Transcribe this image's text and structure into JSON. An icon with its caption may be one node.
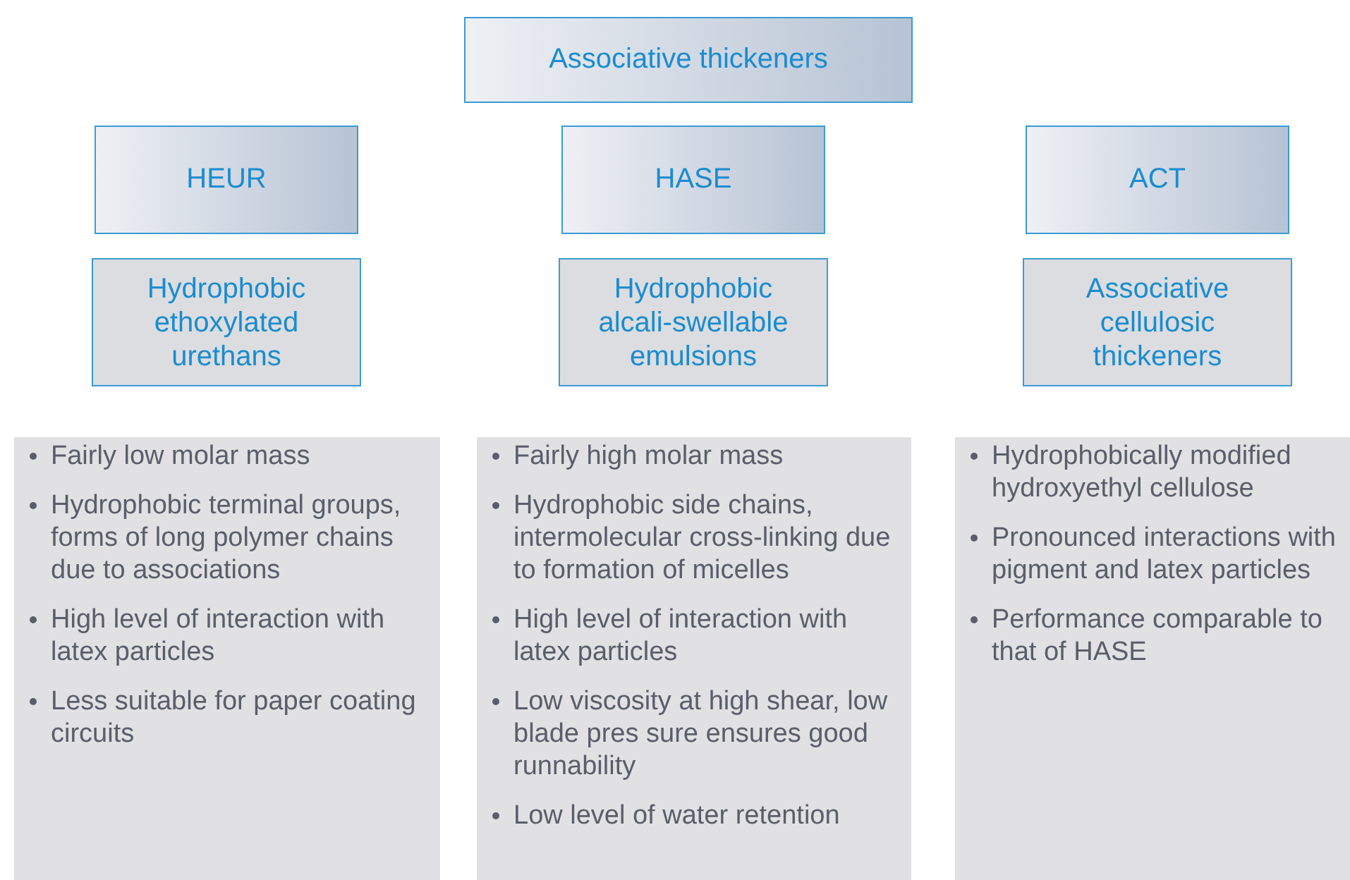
{
  "diagram": {
    "nodes": [
      {
        "text": [
          "Associative thickeners"
        ]
      },
      {
        "text": [
          "HEUR"
        ]
      },
      {
        "text": [
          "HASE"
        ]
      },
      {
        "text": [
          "ACT"
        ]
      },
      {
        "text": [
          "Hydrophobic ethoxylated urethans"
        ]
      },
      {
        "text": [
          "Hydrophobic alcali-swellable emulsions"
        ]
      },
      {
        "text": [
          "Associative cellulosic thickeners"
        ]
      },
      {
        "text": [
          "Fairly low molar mass",
          "Hydrophobic terminal groups, forms of long polymer chains due to associations",
          "High level of interaction with latex particles",
          "Less suitable for paper coating circuits"
        ]
      },
      {
        "text": [
          "Fairly high molar mass",
          "Hydrophobic side chains, intermolecular cross-linking due to formation of micelles",
          "High level of interaction with latex particles",
          "Low viscosity at high shear, low blade pres sure ensures good runnability",
          "Low level of water retention"
        ]
      },
      {
        "text": [
          "Hydrophobically modified hydroxyethyl cellulose",
          "Pronounced interactions with pigment and latex particles",
          "Performance comparable to that of HASE"
        ]
      }
    ],
    "edges": []
  }
}
